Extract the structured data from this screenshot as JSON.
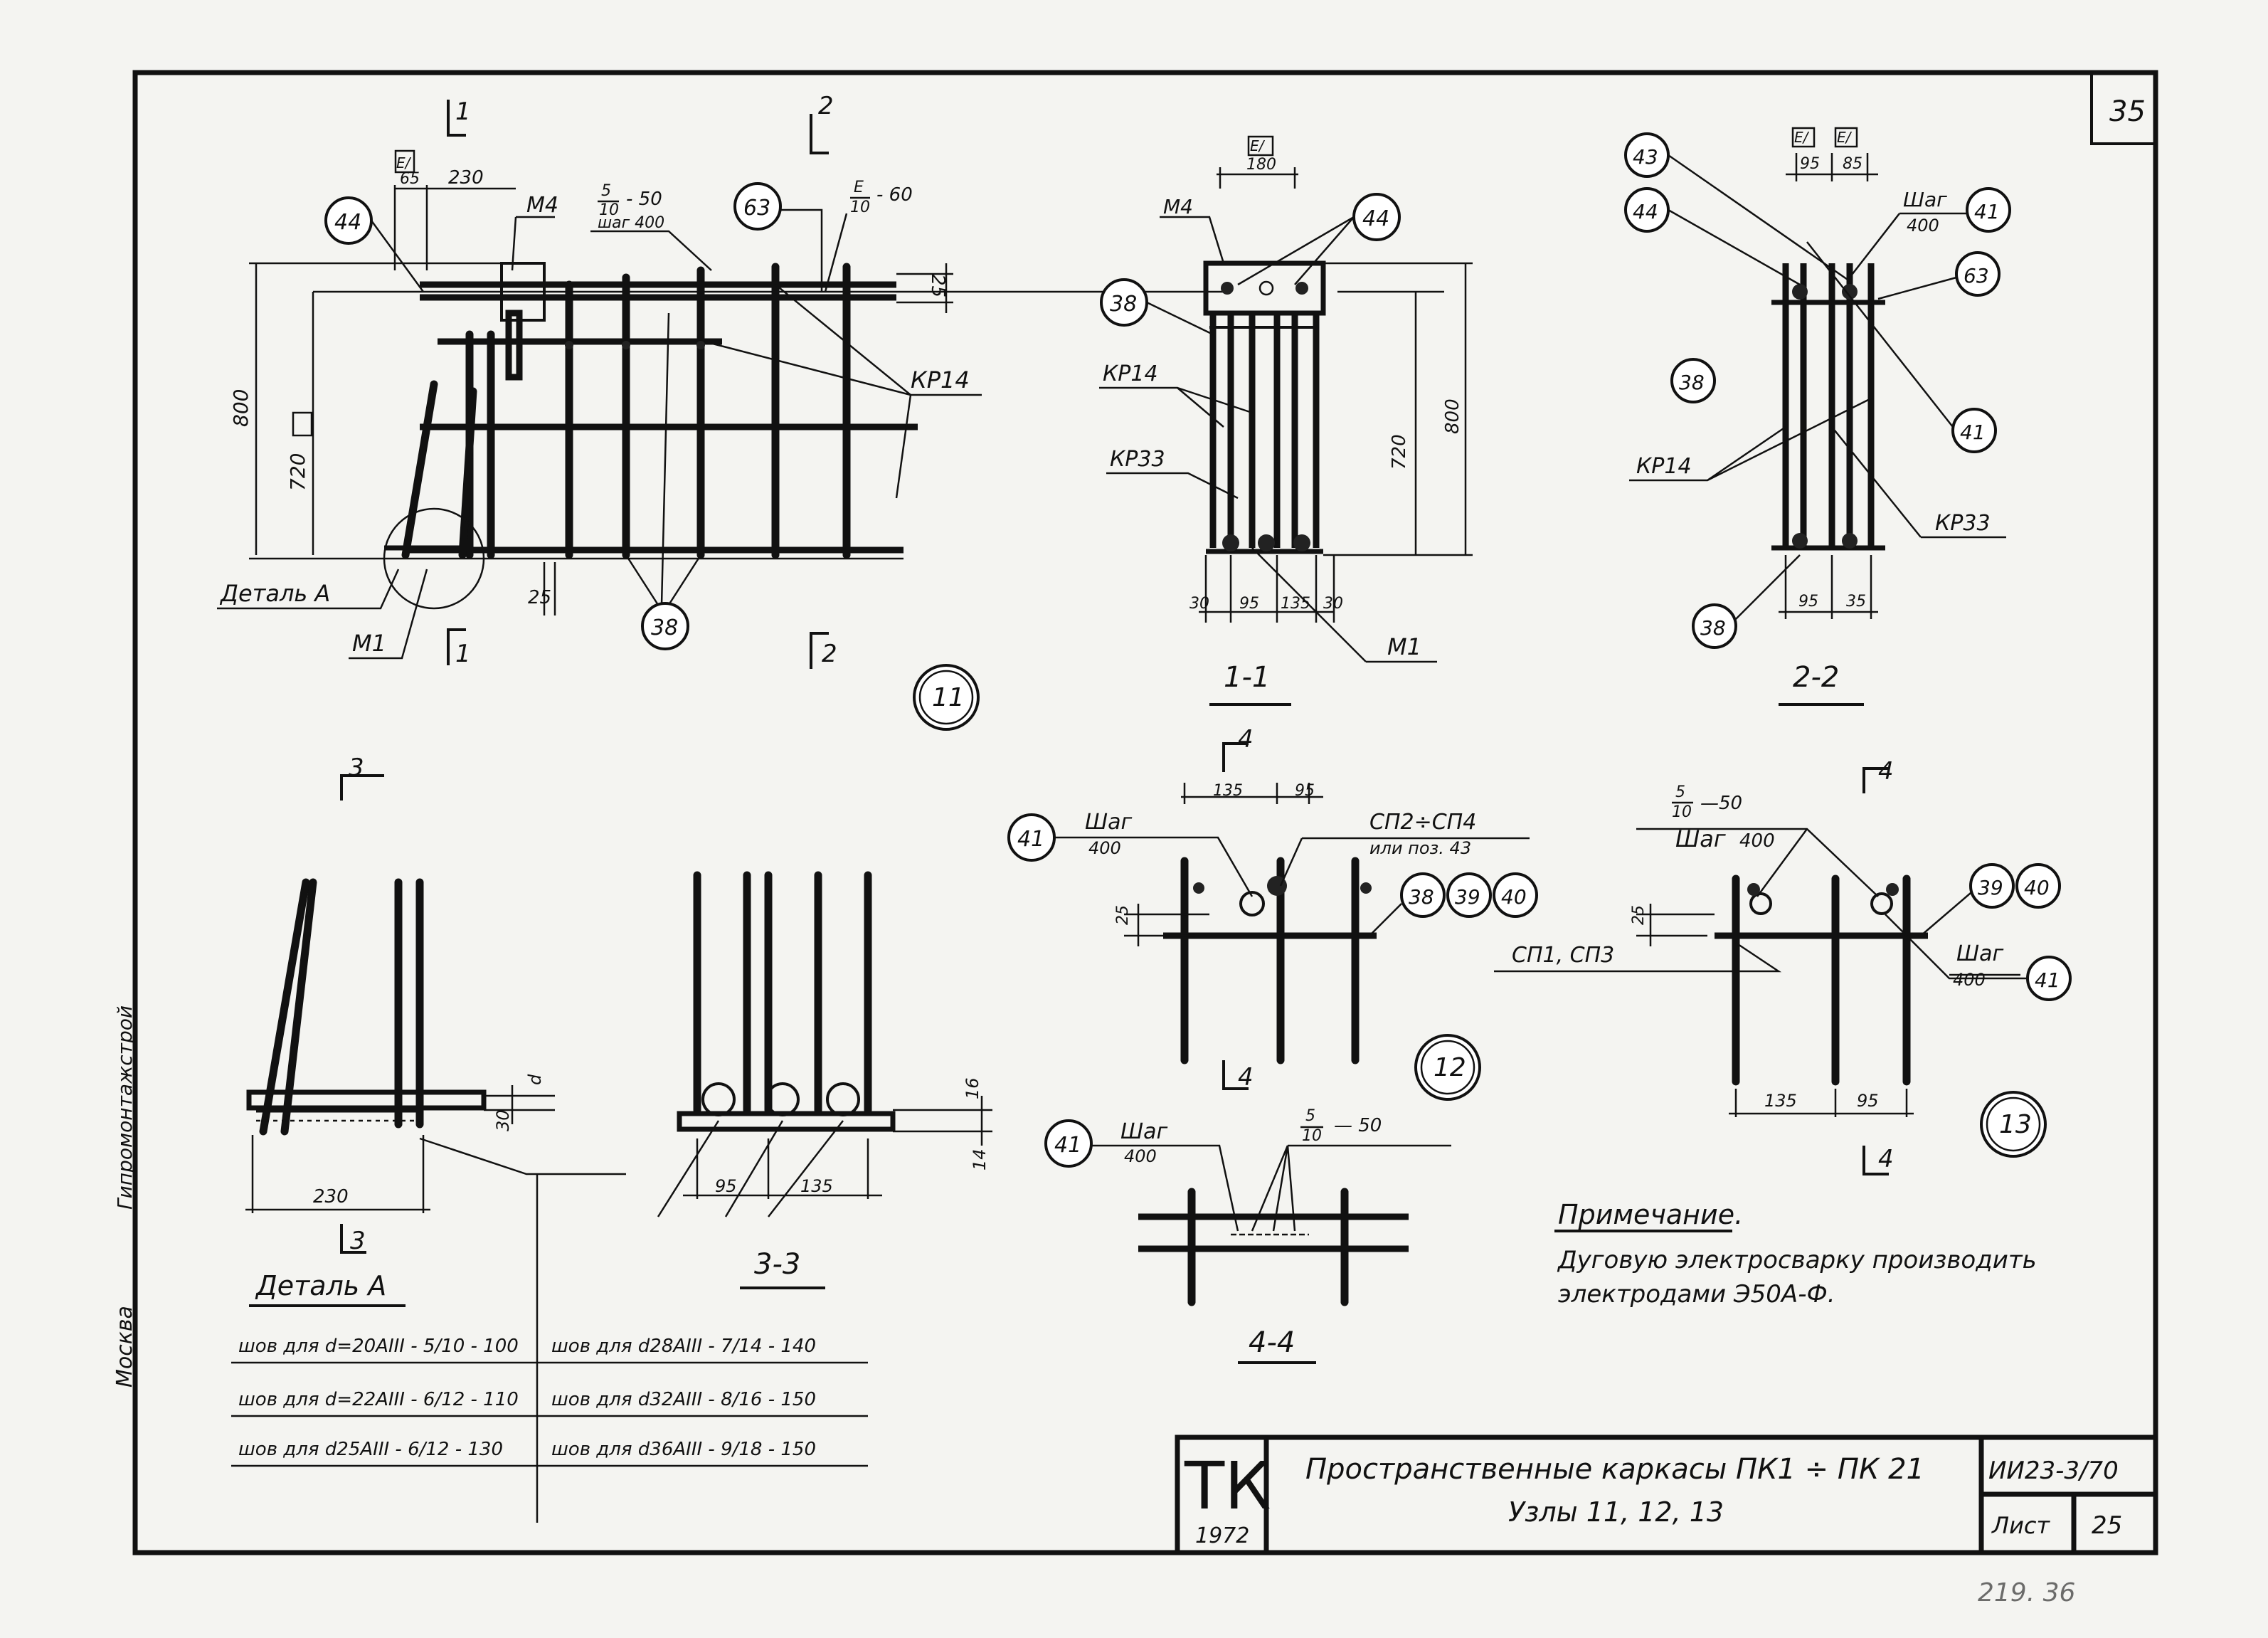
{
  "sheet": {
    "corner_number": "35",
    "corner_stamp": "219. 36",
    "margin_left": "Москва",
    "margin_left_top": "Гипромонтажстрой"
  },
  "node11": {
    "sec1_top": "1",
    "sec1_bot": "1",
    "sec2_top": "2",
    "sec2_bot": "2",
    "tag_e": "Е/",
    "dim_65": "65",
    "dim_230": "230",
    "dim_800": "800",
    "dim_720": "720",
    "dim_25_top": "25",
    "dim_25_bot": "25",
    "m4": "М4",
    "m1": "М1",
    "weld_top_num": "5",
    "weld_top_den": "10",
    "weld_top_rest": "- 50",
    "weld_top_step": "шаг 400",
    "weld2_num": "Е",
    "weld2_den": "10",
    "weld2_rest": "- 60",
    "kp14": "КР14",
    "detail_a": "Деталь А",
    "b44": "44",
    "b63": "63",
    "b38": "38",
    "node_num": "11"
  },
  "section11": {
    "title": "1-1",
    "tag_e": "Е/",
    "dim_180": "180",
    "m4": "М4",
    "kp14": "КР14",
    "kp33": "КР33",
    "m1": "М1",
    "dim_720": "720",
    "dim_800": "800",
    "d30a": "30",
    "d95": "95",
    "d135": "135",
    "d30b": "30",
    "b38": "38",
    "b44": "44"
  },
  "section22": {
    "title": "2-2",
    "tag1": "Е/",
    "tag2": "Е/",
    "d95t": "95",
    "d85t": "85",
    "shag": "Шаг",
    "shag_v": "400",
    "kp14": "КР14",
    "kp33": "КР33",
    "d95b": "95",
    "d35b": "35",
    "b43": "43",
    "b44": "44",
    "b41a": "41",
    "b63": "63",
    "b38a": "38",
    "b41b": "41",
    "b38b": "38"
  },
  "section33": {
    "sec_top": "3",
    "sec_bot": "3",
    "dim_230": "230",
    "dim_30": "30",
    "dim_d": "d",
    "title_a": "Деталь А",
    "title": "3-3",
    "dim_95": "95",
    "dim_135": "135",
    "dim_16": "16",
    "dim_14": "14"
  },
  "weld_table": [
    {
      "text": "шов для d=20АIII - 5/10 - 100"
    },
    {
      "text": "шов для d=22АIII - 6/12 - 110"
    },
    {
      "text": "шов для d25АIII - 6/12 - 130"
    },
    {
      "text": "шов для d28АIII - 7/14 - 140"
    },
    {
      "text": "шов для d32АIII - 8/16 - 150"
    },
    {
      "text": "шов для d36АIII - 9/18 - 150"
    }
  ],
  "node12": {
    "sec_top": "4",
    "sec_bot": "4",
    "b41": "41",
    "shag": "Шаг",
    "shag_v": "400",
    "d135": "135",
    "d95": "95",
    "cn": "СП2÷СП4",
    "cn_sub": "или поз. 43",
    "b38": "38",
    "b39": "39",
    "b40": "40",
    "d25": "25",
    "node_num": "12"
  },
  "section44": {
    "b41": "41",
    "shag": "Шаг",
    "shag_v": "400",
    "weld_num": "5",
    "weld_den": "10",
    "weld_rest": "— 50",
    "title": "4-4"
  },
  "node13": {
    "sec_top": "4",
    "sec_bot": "4",
    "weld_num": "5",
    "weld_den": "10",
    "weld_rest": "—50",
    "shag": "Шаг",
    "shag_v": "400",
    "b39": "39",
    "b40": "40",
    "b41": "41",
    "cn": "СП1, СП3",
    "shag2": "Шаг",
    "shag2_v": "400",
    "d25": "25",
    "d135": "135",
    "d95": "95",
    "node_num": "13"
  },
  "note": {
    "title": "Примечание.",
    "line1": "Дуговую электросварку производить",
    "line2": "электродами Э50А-Ф."
  },
  "title_block": {
    "logo": "ТК",
    "year": "1972",
    "title_line1": "Пространственные каркасы ПК1 ÷ ПК 21",
    "title_line2": "Узлы 11, 12, 13",
    "code": "ИИ23-3/70",
    "sheet_label": "Лист",
    "sheet_num": "25"
  }
}
